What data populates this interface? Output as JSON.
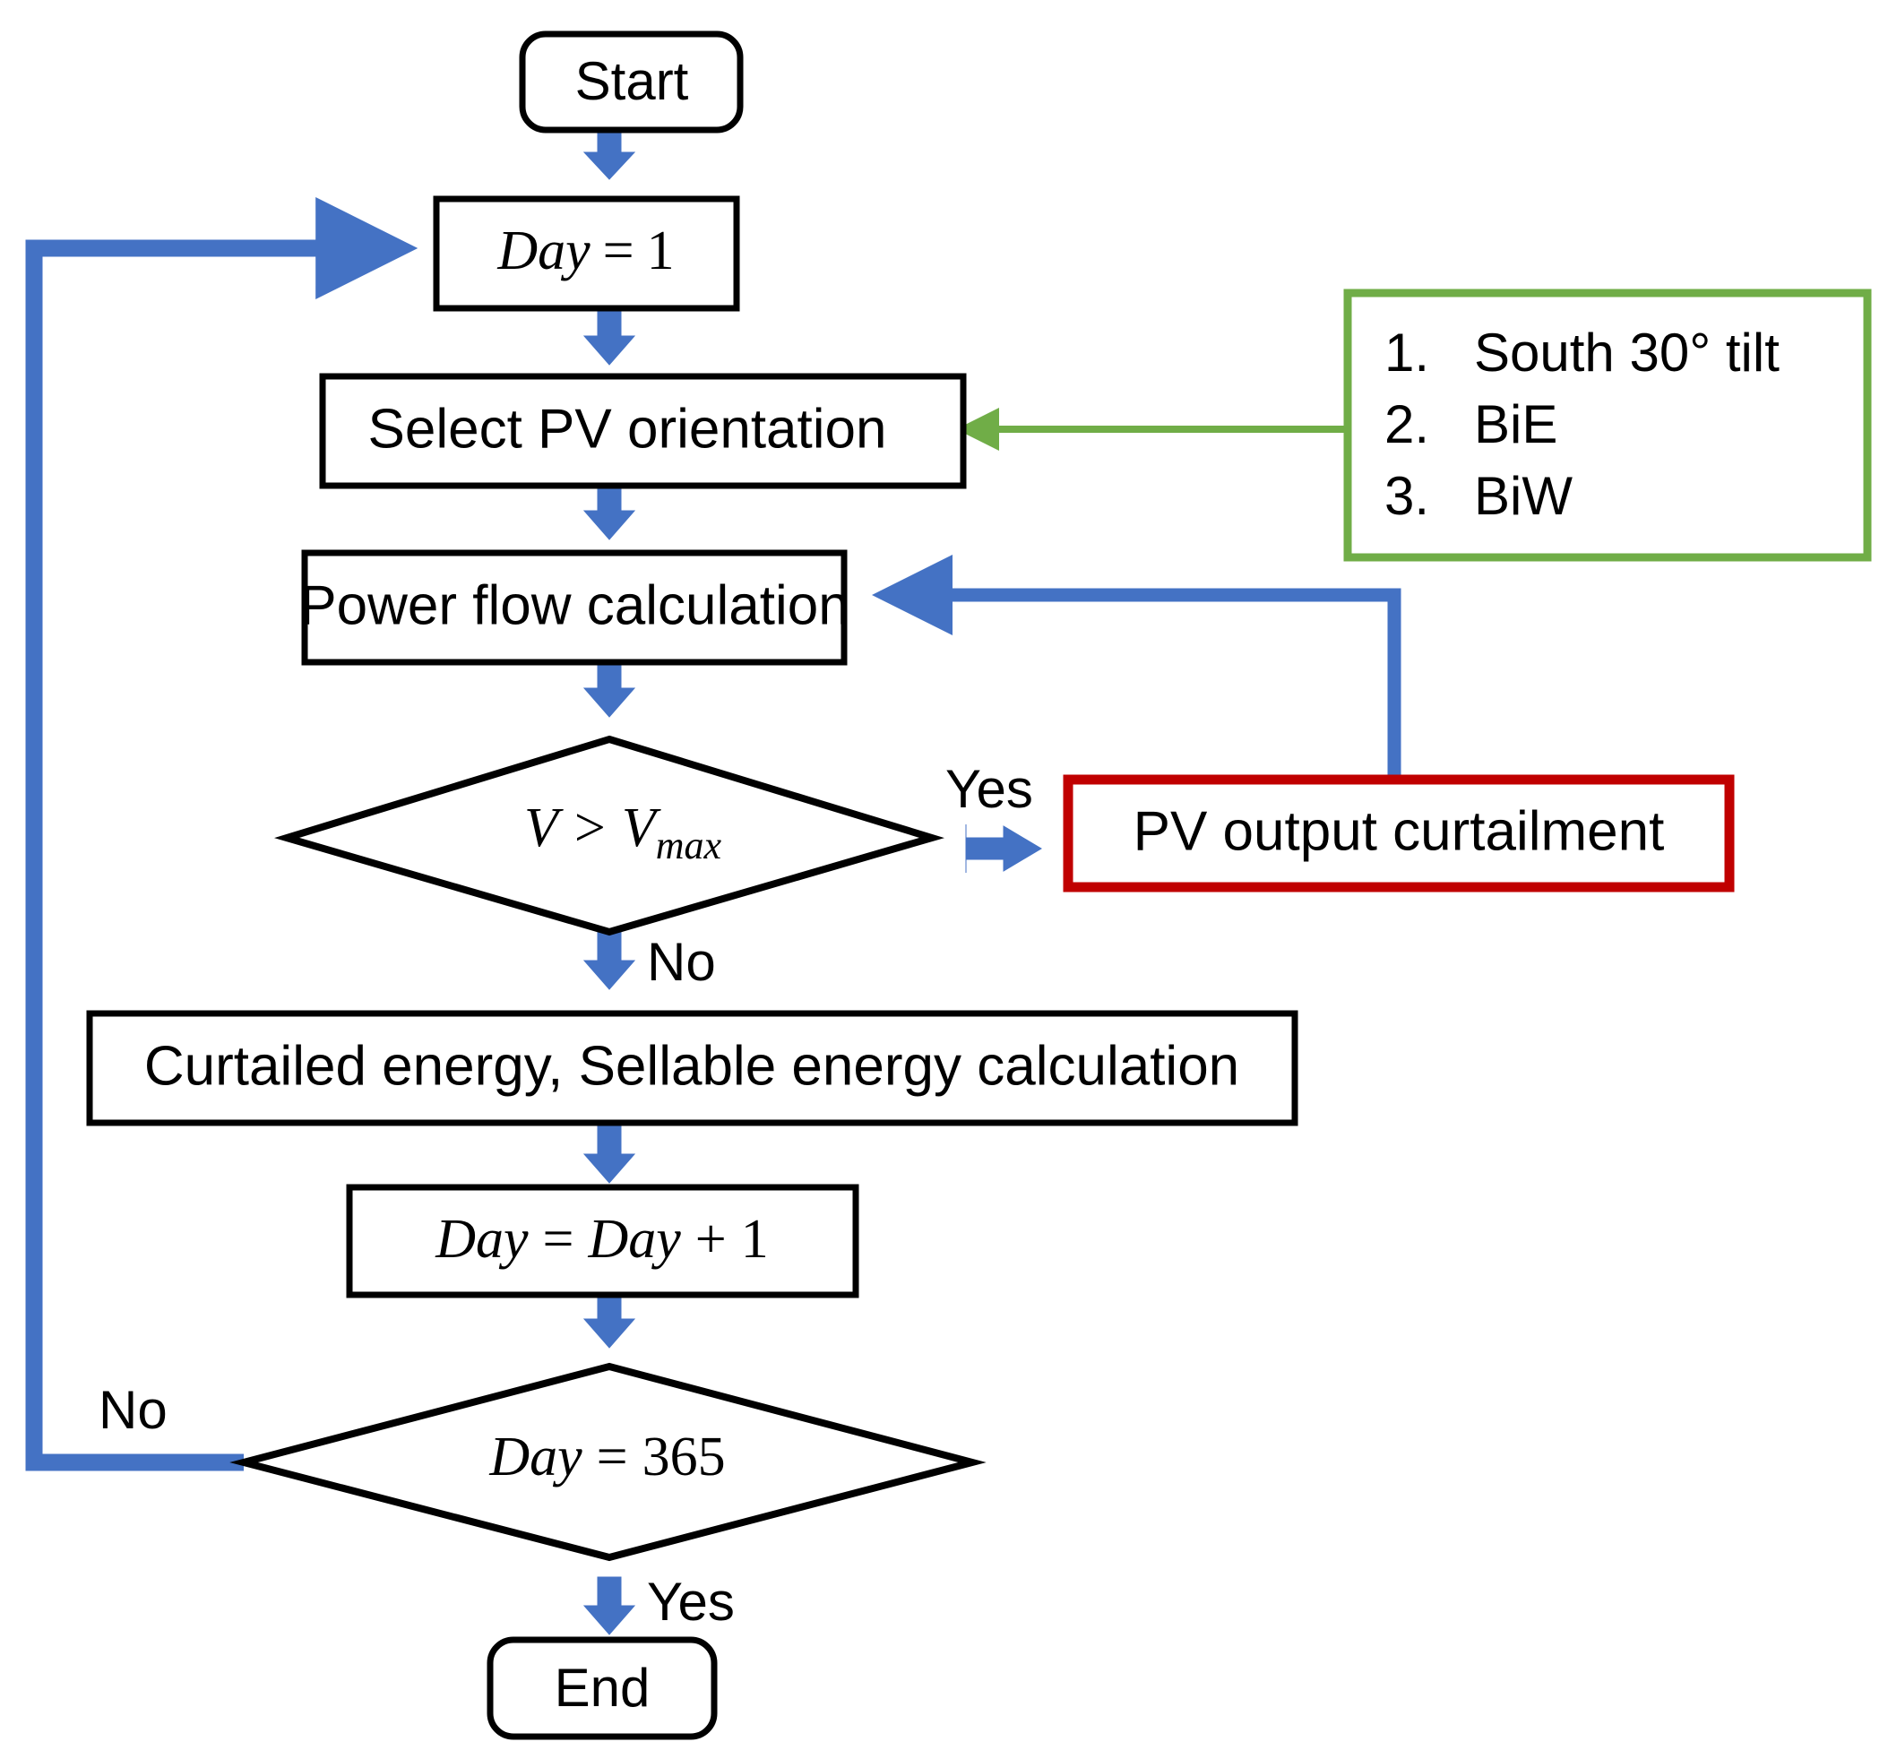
{
  "diagram": {
    "title": "PV orientation curtailment simulation flowchart",
    "colors": {
      "arrow_blue": "#4472C4",
      "arrow_green": "#70AD47",
      "box_red": "#C00000",
      "node_border": "#000000",
      "background": "#FFFFFF"
    },
    "nodes": [
      {
        "id": "start",
        "shape": "terminator",
        "label": "Start"
      },
      {
        "id": "day_init",
        "shape": "process",
        "label": "Day = 1",
        "math": true
      },
      {
        "id": "select_pv",
        "shape": "process",
        "label": "Select PV orientation"
      },
      {
        "id": "power_flow",
        "shape": "process",
        "label": "Power flow calculation"
      },
      {
        "id": "v_check",
        "shape": "decision",
        "label": "V > Vmax",
        "math": true
      },
      {
        "id": "curtailment",
        "shape": "process-red",
        "label": "PV output curtailment"
      },
      {
        "id": "energy_calc",
        "shape": "process",
        "label": "Curtailed energy, Sellable energy calculation"
      },
      {
        "id": "day_incr",
        "shape": "process",
        "label": "Day = Day + 1",
        "math": true
      },
      {
        "id": "day_check",
        "shape": "decision",
        "label": "Day = 365",
        "math": true
      },
      {
        "id": "end",
        "shape": "terminator",
        "label": "End"
      }
    ],
    "edge_labels": {
      "v_check_yes": "Yes",
      "v_check_no": "No",
      "day_check_yes": "Yes",
      "day_check_no": "No"
    },
    "math_parts": {
      "day_init_lhs": "Day",
      "day_init_eq": "=",
      "day_init_rhs": "1",
      "v_symbol": "V",
      "v_operator": ">",
      "v_max_base": "V",
      "v_max_sub": "max",
      "day_incr_lhs": "Day",
      "day_incr_eq": "=",
      "day_incr_rhs": "Day",
      "day_incr_plus": "+",
      "day_incr_one": "1",
      "day_check_lhs": "Day",
      "day_check_eq": "=",
      "day_check_rhs": "365"
    },
    "orientation_options": {
      "items": [
        {
          "number": "1.",
          "label": "South 30° tilt"
        },
        {
          "number": "2.",
          "label": "BiE"
        },
        {
          "number": "3.",
          "label": "BiW"
        }
      ]
    }
  }
}
